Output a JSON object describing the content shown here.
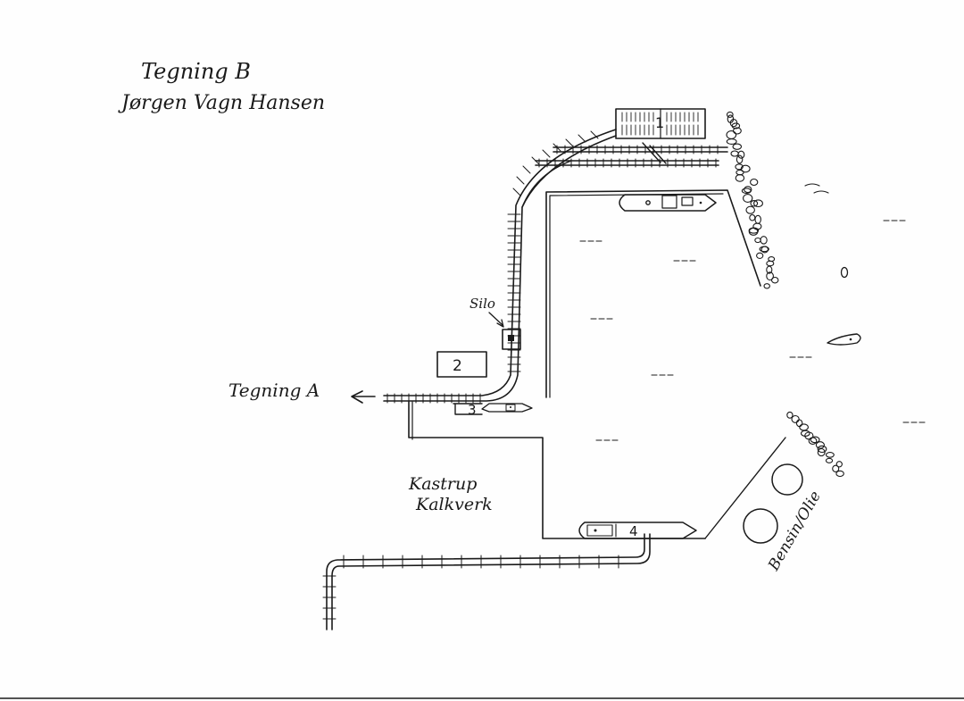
{
  "title": {
    "line1": "Tegning B",
    "line2": "Jørgen Vagn Hansen"
  },
  "labels": {
    "silo": "Silo",
    "tegning_a": "Tegning A",
    "kalkverk_line1": "Kastrup",
    "kalkverk_line2": "Kalkverk",
    "bensin_olie": "Bensin/Olie"
  },
  "markers": {
    "m1": "1",
    "m2": "2",
    "m3": "3",
    "m4": "4"
  }
}
